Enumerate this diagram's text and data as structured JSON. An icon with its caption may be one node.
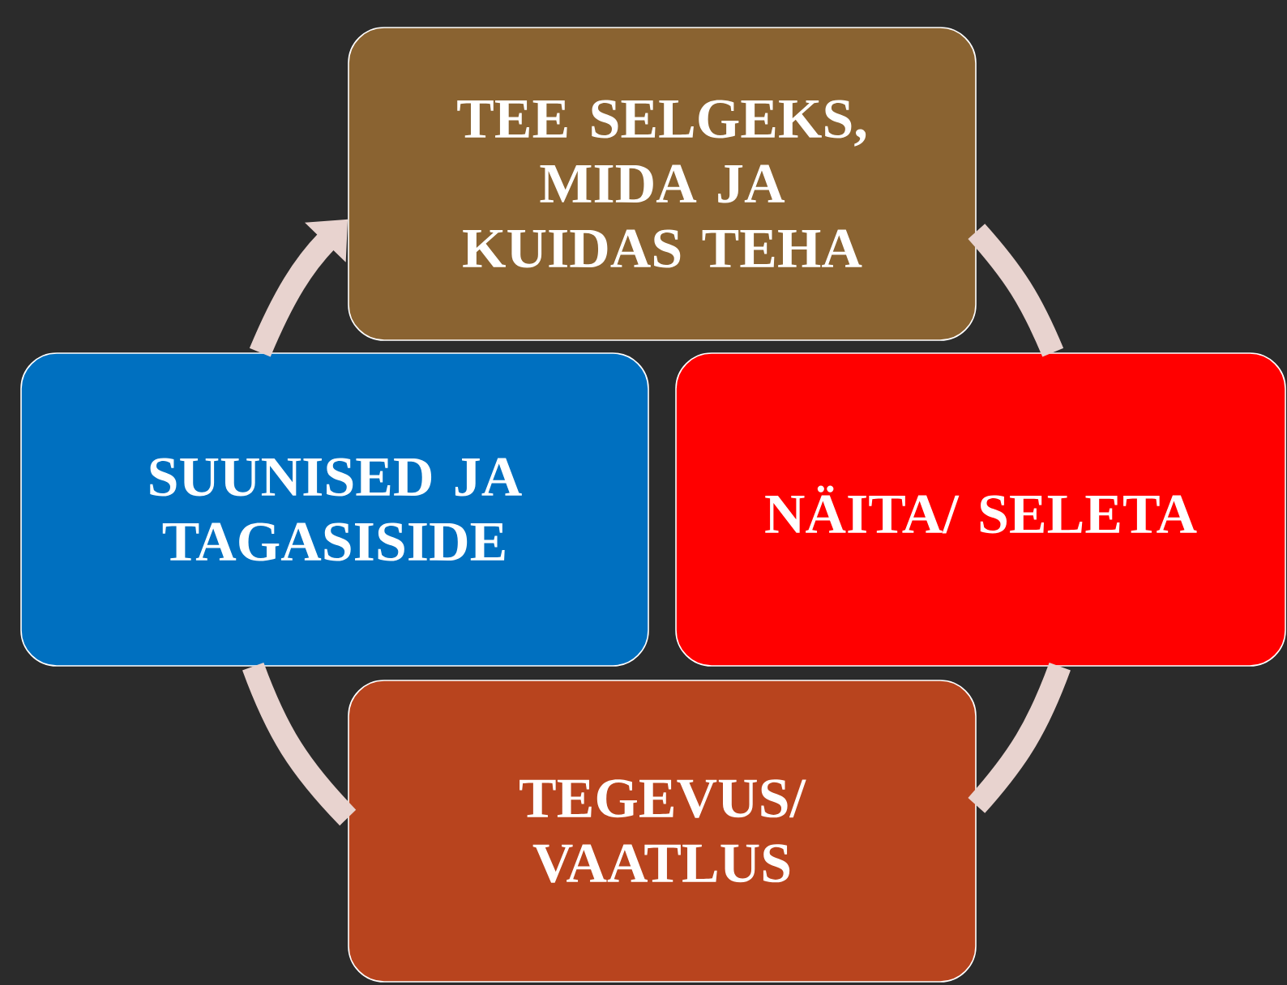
{
  "diagram": {
    "nodes": [
      {
        "text": [
          "TEE SELGEKS, MIDA JA KUIDAS TEHA"
        ]
      },
      {
        "text": [
          "NÄITA/ SELETA"
        ]
      },
      {
        "text": [
          "TEGEVUS/ VAATLUS"
        ]
      },
      {
        "text": [
          "SUUNISED JA TAGASISIDE"
        ]
      }
    ],
    "edges": [
      {
        "from": 0,
        "to": 1,
        "arrow": "none"
      },
      {
        "from": 1,
        "to": 2,
        "arrow": "none"
      },
      {
        "from": 2,
        "to": 3,
        "arrow": "none"
      },
      {
        "from": 3,
        "to": 0,
        "arrow": "to"
      }
    ]
  }
}
